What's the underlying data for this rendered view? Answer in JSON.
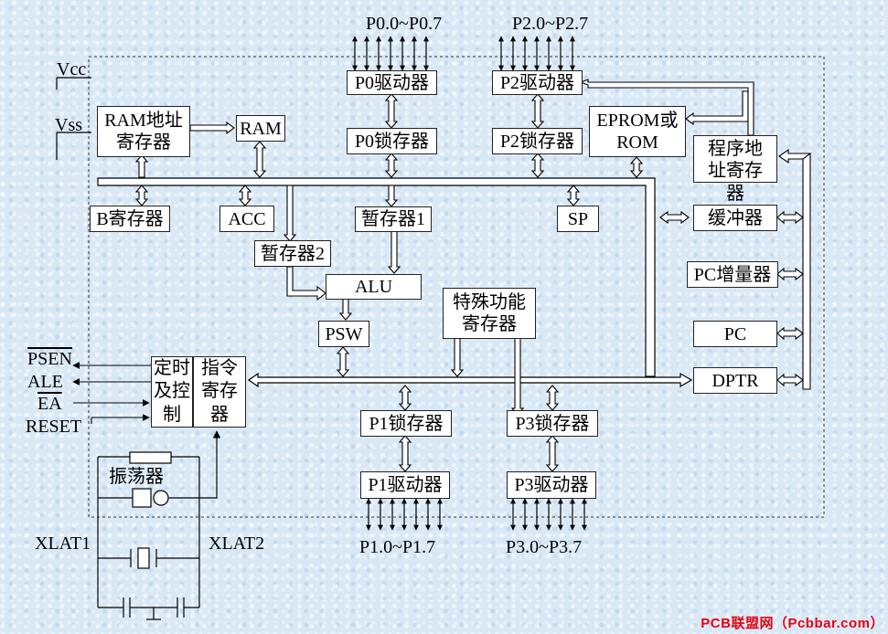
{
  "ports": {
    "p0_pins": "P0.0~P0.7",
    "p2_pins": "P2.0~P2.7",
    "p1_pins": "P1.0~P1.7",
    "p3_pins": "P3.0~P3.7"
  },
  "power": {
    "vcc": "Vcc",
    "vss": "Vss"
  },
  "blocks": {
    "p0_driver": "P0驱动器",
    "p2_driver": "P2驱动器",
    "ram_addr_reg": "RAM地址寄存器",
    "ram": "RAM",
    "p0_latch": "P0锁存器",
    "p2_latch": "P2锁存器",
    "eprom_rom": "EPROM或ROM",
    "program_addr_reg": "程序地址寄存器",
    "b_reg": "B寄存器",
    "acc": "ACC",
    "temp_reg1": "暂存器1",
    "sp": "SP",
    "buffer": "缓冲器",
    "temp_reg2": "暂存器2",
    "alu": "ALU",
    "sfr": "特殊功能寄存器",
    "pc_incrementer": "PC增量器",
    "psw": "PSW",
    "pc": "PC",
    "timing_control": "定时及控制",
    "instruction_reg": "指令寄存器",
    "dptr": "DPTR",
    "p1_latch": "P1锁存器",
    "p3_latch": "P3锁存器",
    "oscillator": "振荡器",
    "p1_driver": "P1驱动器",
    "p3_driver": "P3驱动器"
  },
  "control_signals": {
    "psen": "PSEN",
    "ale": "ALE",
    "ea": "EA",
    "reset": "RESET"
  },
  "crystal": {
    "xlat1": "XLAT1",
    "xlat2": "XLAT2"
  },
  "watermark": "PCB联盟网（Pcbbar.com）"
}
